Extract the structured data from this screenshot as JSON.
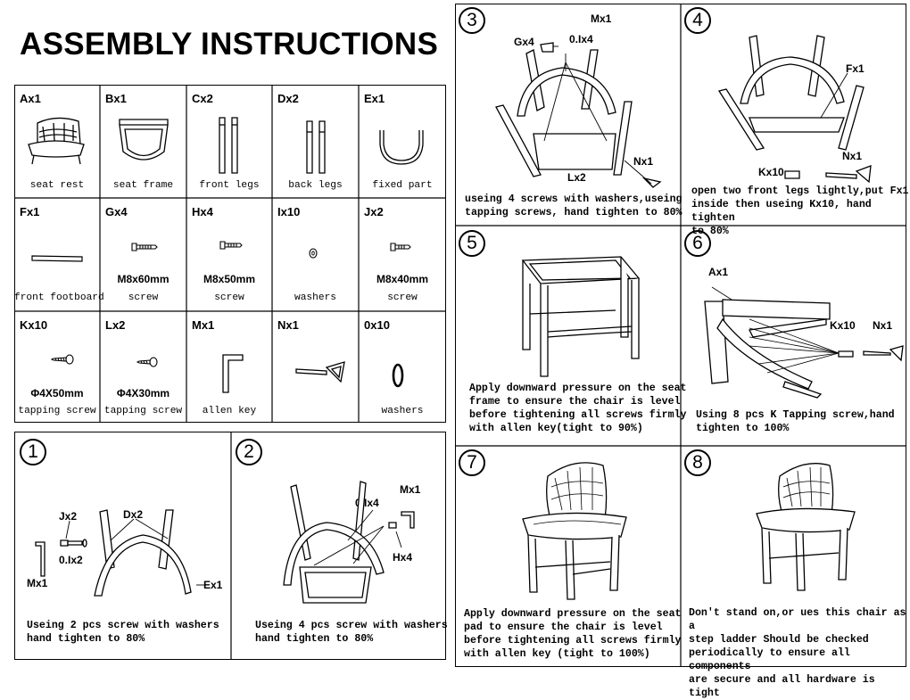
{
  "title": "ASSEMBLY INSTRUCTIONS",
  "parts": [
    {
      "id": "Ax1",
      "desc": "seat rest",
      "spec": "",
      "icon": "seat-rest-icon"
    },
    {
      "id": "Bx1",
      "desc": "seat frame",
      "spec": "",
      "icon": "seat-frame-icon"
    },
    {
      "id": "Cx2",
      "desc": "front legs",
      "spec": "",
      "icon": "front-legs-icon"
    },
    {
      "id": "Dx2",
      "desc": "back legs",
      "spec": "",
      "icon": "back-legs-icon"
    },
    {
      "id": "Ex1",
      "desc": "fixed part",
      "spec": "",
      "icon": "fixed-part-icon"
    },
    {
      "id": "Fx1",
      "desc": "front footboard",
      "spec": "",
      "icon": "front-footboard-icon"
    },
    {
      "id": "Gx4",
      "desc": "screw",
      "spec": "M8x60mm",
      "icon": "screw-icon"
    },
    {
      "id": "Hx4",
      "desc": "screw",
      "spec": "M8x50mm",
      "icon": "screw-icon"
    },
    {
      "id": "Ix10",
      "desc": "washers",
      "spec": "",
      "icon": "washer-icon"
    },
    {
      "id": "Jx2",
      "desc": "screw",
      "spec": "M8x40mm",
      "icon": "screw-icon"
    },
    {
      "id": "Kx10",
      "desc": "tapping screw",
      "spec": "Φ4X50mm",
      "icon": "tapping-screw-icon"
    },
    {
      "id": "Lx2",
      "desc": "tapping screw",
      "spec": "Φ4X30mm",
      "icon": "tapping-screw-icon"
    },
    {
      "id": "Mx1",
      "desc": "allen key",
      "spec": "",
      "icon": "allen-key-icon"
    },
    {
      "id": "Nx1",
      "desc": "",
      "spec": "",
      "icon": "wrench-icon"
    },
    {
      "id": "0x10",
      "desc": "washers",
      "spec": "",
      "icon": "washer-ring-icon"
    }
  ],
  "steps": [
    {
      "num": "1",
      "text": [
        "Useing 2 pcs screw with washers",
        "hand tighten to 80%"
      ],
      "labels": [
        "Jx2",
        "Dx2",
        "0.Ix2",
        "Mx1",
        "Ex1"
      ]
    },
    {
      "num": "2",
      "text": [
        "Useing 4 pcs screw with washers",
        "hand tighten to 80%"
      ],
      "labels": [
        "Mx1",
        "0.Ix4",
        "Hx4"
      ]
    },
    {
      "num": "3",
      "text": [
        "useing 4 screws with washers,useing",
        "tapping screws, hand tighten to 80%"
      ],
      "labels": [
        "Mx1",
        "Gx4",
        "0.Ix4",
        "Nx1",
        "Lx2"
      ]
    },
    {
      "num": "4",
      "text": [
        "open two front legs lightly,put Fx1",
        "inside then useing Kx10, hand tighten",
        "to 80%"
      ],
      "labels": [
        "Fx1",
        "Nx1",
        "Kx10"
      ]
    },
    {
      "num": "5",
      "text": [
        "Apply downward pressure on the seat",
        "frame to ensure the chair is level",
        "before tightening all screws firmly",
        "with allen key(tight to 90%)"
      ],
      "labels": []
    },
    {
      "num": "6",
      "text": [
        "Using 8 pcs K Tapping screw,hand",
        "tighten to 100%"
      ],
      "labels": [
        "Ax1",
        "Kx10",
        "Nx1"
      ]
    },
    {
      "num": "7",
      "text": [
        "Apply downward pressure on the seat",
        "pad to ensure the chair is level",
        "before tightening all screws firmly",
        "with allen key (tight to 100%)"
      ],
      "labels": []
    },
    {
      "num": "8",
      "text": [
        "Don't stand on,or ues this chair as a",
        "step ladder Should be checked",
        "periodically to ensure all components",
        "are secure and all hardware is tight"
      ],
      "labels": []
    }
  ]
}
